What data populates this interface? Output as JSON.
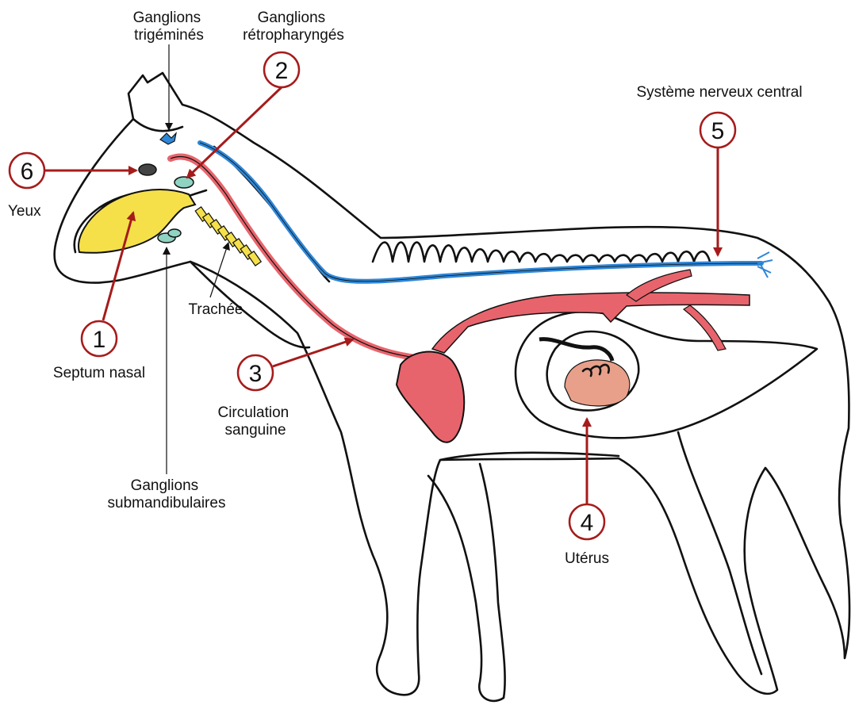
{
  "colors": {
    "callout_red": "#a61b1b",
    "blood_red": "#e8646c",
    "nerve_blue": "#2e86d6",
    "septum_yellow": "#f5e04a",
    "ganglion_green": "#8fd3c2",
    "outline": "#111111"
  },
  "labels": {
    "ganglions_trigemines": [
      "Ganglions",
      "trigéminés"
    ],
    "ganglions_retropharynges": [
      "Ganglions",
      "rétropharyngés"
    ],
    "systeme_nerveux": [
      "Système nerveux central"
    ],
    "yeux": [
      "Yeux"
    ],
    "trachee": [
      "Trachée"
    ],
    "septum_nasal": [
      "Septum nasal"
    ],
    "circulation_sanguine": [
      "Circulation",
      "sanguine"
    ],
    "ganglions_submandibulaires": [
      "Ganglions",
      "submandibulaires"
    ],
    "uterus": [
      "Utérus"
    ]
  },
  "callouts": [
    {
      "id": "c1",
      "number": "1"
    },
    {
      "id": "c2",
      "number": "2"
    },
    {
      "id": "c3",
      "number": "3"
    },
    {
      "id": "c4",
      "number": "4"
    },
    {
      "id": "c5",
      "number": "5"
    },
    {
      "id": "c6",
      "number": "6"
    }
  ]
}
